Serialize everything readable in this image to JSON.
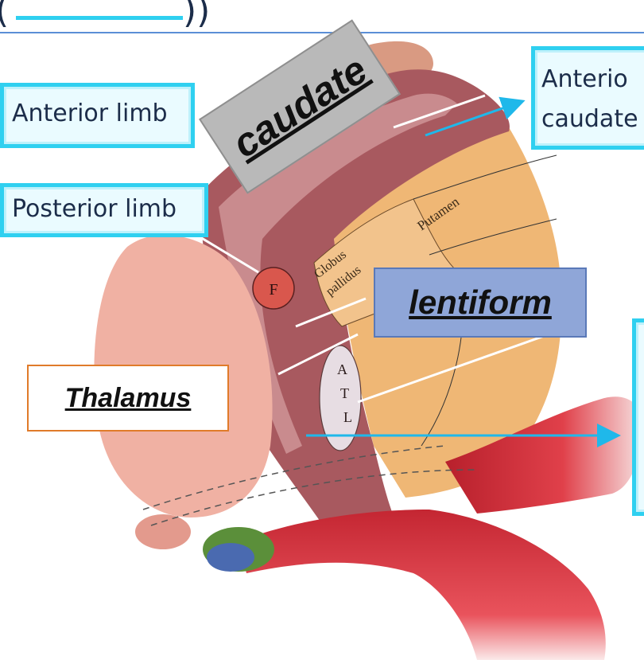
{
  "labels": {
    "title_fragment": "(           ))",
    "caudate": "caudate",
    "lentiform": "lentiform",
    "thalamus": "Thalamus",
    "anterior_limb": "Anterior limb",
    "posterior_limb": "Posterior limb",
    "anterior_caudate_line1": "Anterio",
    "anterior_caudate_line2": "caudate",
    "putamen": "Putamen",
    "globus": "Globus",
    "pallidus": "pallidus",
    "fornix_marker": "F",
    "atl_a": "A",
    "atl_t": "T",
    "atl_l": "L"
  },
  "colors": {
    "label_border": "#2fd0f0",
    "arrow": "#1fb8ea",
    "caudate_box": "#b9b9b9",
    "lentiform_box": "#8fa6d8",
    "thalamus_border": "#e07b2a",
    "putamen_fill": "#efb775",
    "internal_capsule_dark": "#a8595f",
    "internal_capsule_light": "#c98b8e",
    "thalamus_fill": "#f0b1a3",
    "fibers_red": "#d5303a"
  }
}
